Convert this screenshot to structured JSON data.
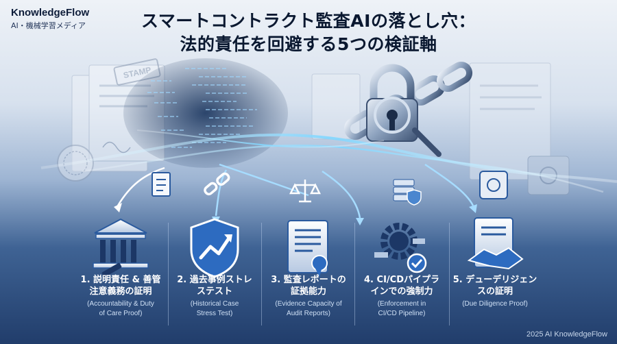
{
  "brand": {
    "name": "KnowledgeFlow",
    "subtitle": "AI・機械学習メディア"
  },
  "title": {
    "line1": "スマートコントラクト監査AIの落とし穴：",
    "line2": "法的責任を回避する5つの検証軸"
  },
  "illustration": {
    "stamp_label": "STAMP"
  },
  "columns": [
    {
      "title_line1": "1. 説明責任 & 善管",
      "title_line2": "注意義務の証明",
      "en_line1": "(Accountability & Duty",
      "en_line2": "of Care Proof)",
      "icon": "bank-gavel-icon"
    },
    {
      "title_line1": "2. 過去事例ストレ",
      "title_line2": "ステスト",
      "en_line1": "(Historical Case",
      "en_line2": "Stress Test)",
      "icon": "shield-chart-icon"
    },
    {
      "title_line1": "3. 監査レポートの",
      "title_line2": "証拠能力",
      "en_line1": "(Evidence Capacity of",
      "en_line2": "Audit Reports)",
      "icon": "certificate-scroll-icon"
    },
    {
      "title_line1": "4. CI/CDパイプラ",
      "title_line2": "インでの強制力",
      "en_line1": "(Enforcement in",
      "en_line2": "CI/CD Pipeline)",
      "icon": "gear-pipeline-icon"
    },
    {
      "title_line1": "5. デューデリジェン",
      "title_line2": "スの証明",
      "en_line1": "(Due Diligence Proof)",
      "en_line2": "",
      "icon": "handshake-document-icon"
    }
  ],
  "footer": {
    "copyright": "2025 AI KnowledgeFlow"
  },
  "colors": {
    "accent_glow": "#6fd0ff",
    "icon_blue": "#2a5a9e",
    "dark_navy": "#10213f"
  }
}
